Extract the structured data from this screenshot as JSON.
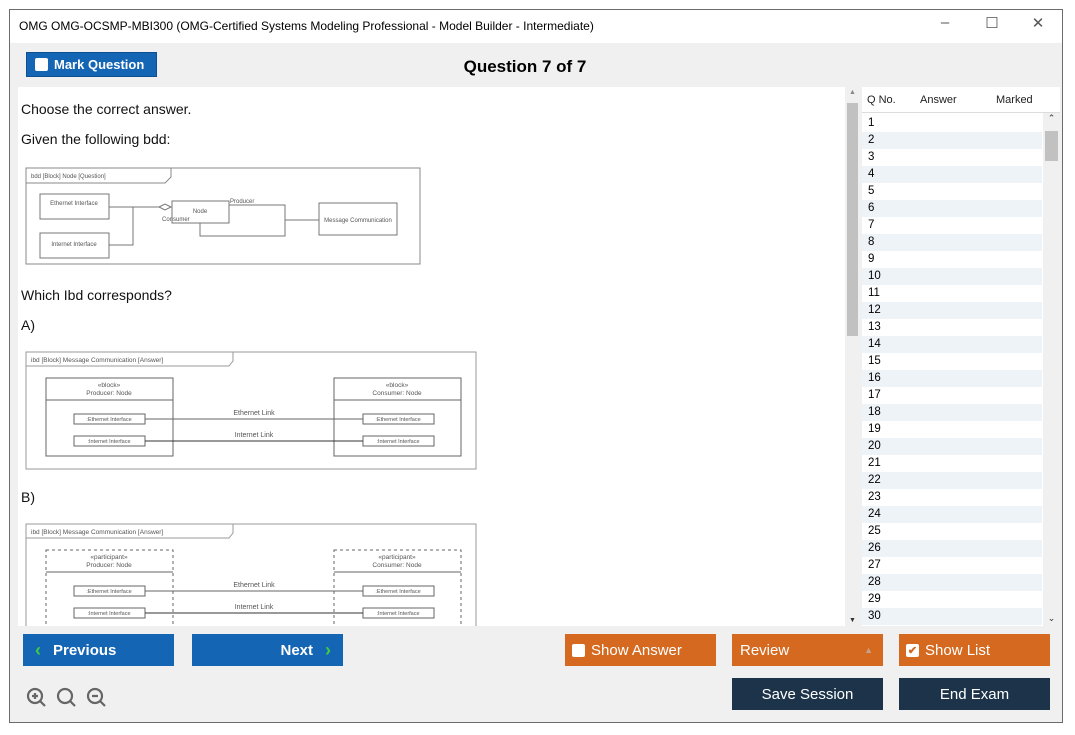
{
  "window": {
    "title": "OMG OMG-OCSMP-MBI300 (OMG-Certified Systems Modeling Professional - Model Builder - Intermediate)",
    "minimize": "–",
    "maximize": "☐",
    "close": "✕"
  },
  "toolbar": {
    "mark_label": "Mark Question",
    "question_title": "Question 7 of 7"
  },
  "question": {
    "instruction": "Choose the correct answer.",
    "intro": "Given the following bdd:",
    "prompt": "Which Ibd corresponds?",
    "bdd": {
      "header": "bdd [Block] Node [Question]",
      "blocks": [
        "Ethernet Interface",
        "Internet Interface",
        "Node",
        "Message Communication"
      ],
      "roles": [
        "Producer",
        "Consumer"
      ]
    },
    "options": [
      {
        "label": "A)",
        "header": "ibd [Block] Message Communication [Answer]",
        "left": {
          "stereo": "«block»",
          "name": "Producer: Node"
        },
        "right": {
          "stereo": "«block»",
          "name": "Consumer: Node"
        },
        "ports": [
          ":Ethernet Interface",
          ":Internet Interface"
        ],
        "links": [
          "Ethernet Link",
          "Internet Link"
        ]
      },
      {
        "label": "B)",
        "header": "ibd [Block] Message Communication [Answer]",
        "left": {
          "stereo": "«participant»",
          "name": "Producer: Node"
        },
        "right": {
          "stereo": "«participant»",
          "name": "Consumer: Node"
        },
        "ports": [
          ":Ethernet Interface",
          ":Internet Interface"
        ],
        "links": [
          "Ethernet Link",
          "Internet Link"
        ]
      }
    ]
  },
  "list": {
    "headers": {
      "qno": "Q No.",
      "answer": "Answer",
      "marked": "Marked"
    },
    "rows": [
      "1",
      "2",
      "3",
      "4",
      "5",
      "6",
      "7",
      "8",
      "9",
      "10",
      "11",
      "12",
      "13",
      "14",
      "15",
      "16",
      "17",
      "18",
      "19",
      "20",
      "21",
      "22",
      "23",
      "24",
      "25",
      "26",
      "27",
      "28",
      "29",
      "30"
    ]
  },
  "footer": {
    "previous": "Previous",
    "next": "Next",
    "show_answer": "Show Answer",
    "show_answer_checked": false,
    "review": "Review",
    "show_list": "Show List",
    "show_list_checked": true,
    "save_session": "Save Session",
    "end_exam": "End Exam"
  },
  "colors": {
    "blue": "#1565b5",
    "orange": "#d4691f",
    "dark": "#1c3349"
  }
}
